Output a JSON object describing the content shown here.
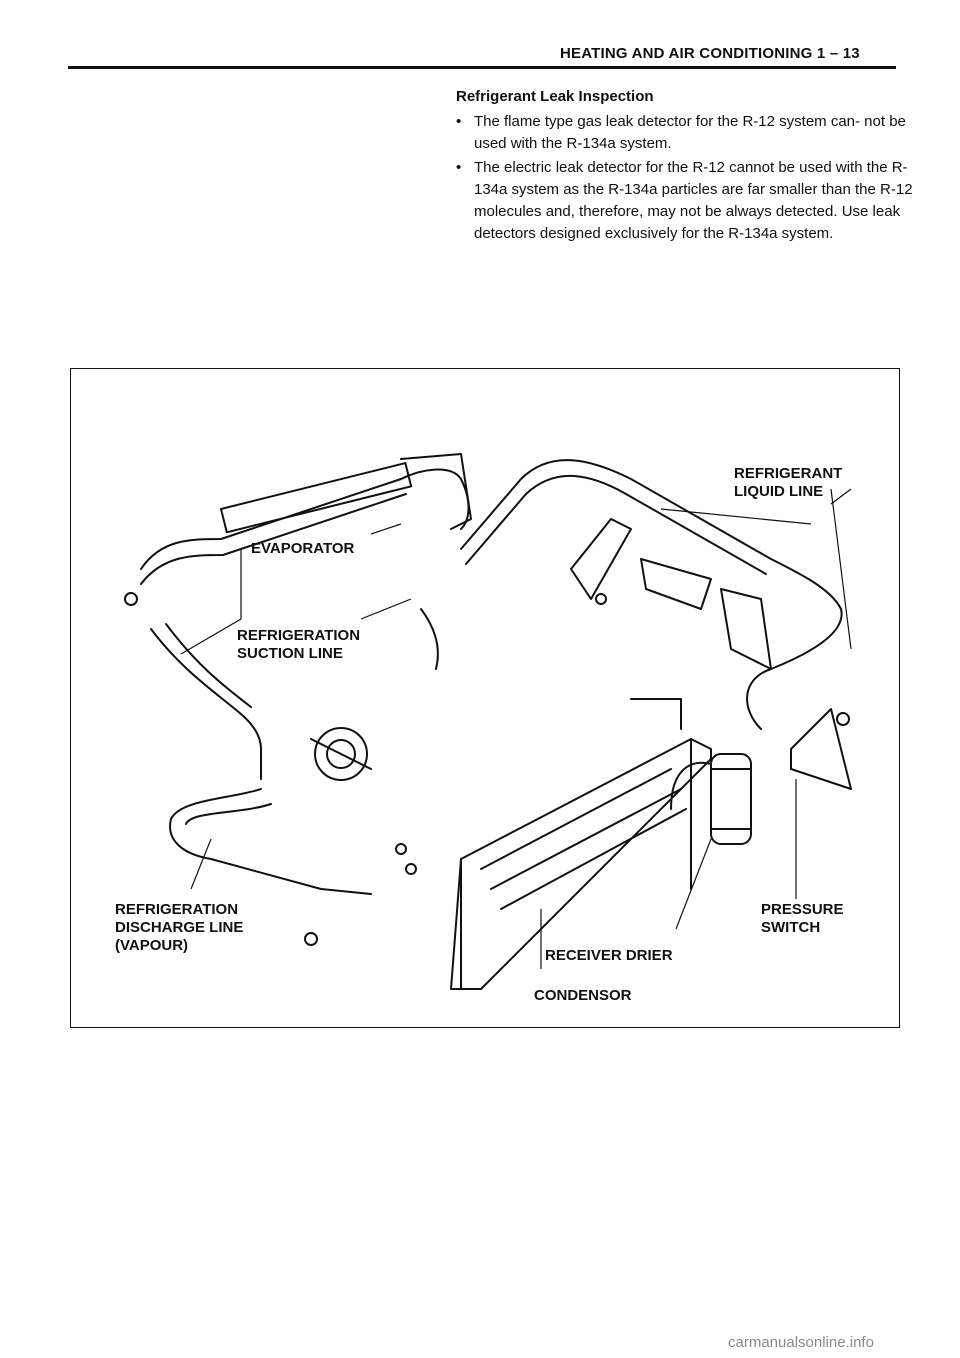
{
  "header": {
    "title": "HEATING AND AIR CONDITIONING 1 – 13"
  },
  "section": {
    "title": "Refrigerant Leak Inspection",
    "bullets": [
      "The flame type gas leak detector for the R-12 system can- not be used with the R-134a system.",
      "The electric leak detector for the R-12 cannot be used with the R-134a system as the R-134a particles are far smaller than the R-12 molecules and, therefore, may not be always detected. Use leak detectors designed exclusively for the R-134a system."
    ]
  },
  "figure": {
    "labels": {
      "evaporator": "EVAPORATOR",
      "suction_line": "REFRIGERATION\nSUCTION LINE",
      "liquid_line": "REFRIGERANT\nLIQUID LINE",
      "discharge_line": "REFRIGERATION\nDISCHARGE LINE\n(VAPOUR)",
      "pressure_switch": "PRESSURE\nSWITCH",
      "receiver_drier": "RECEIVER DRIER",
      "condensor": "CONDENSOR"
    }
  },
  "watermark": "carmanualsonline.info"
}
